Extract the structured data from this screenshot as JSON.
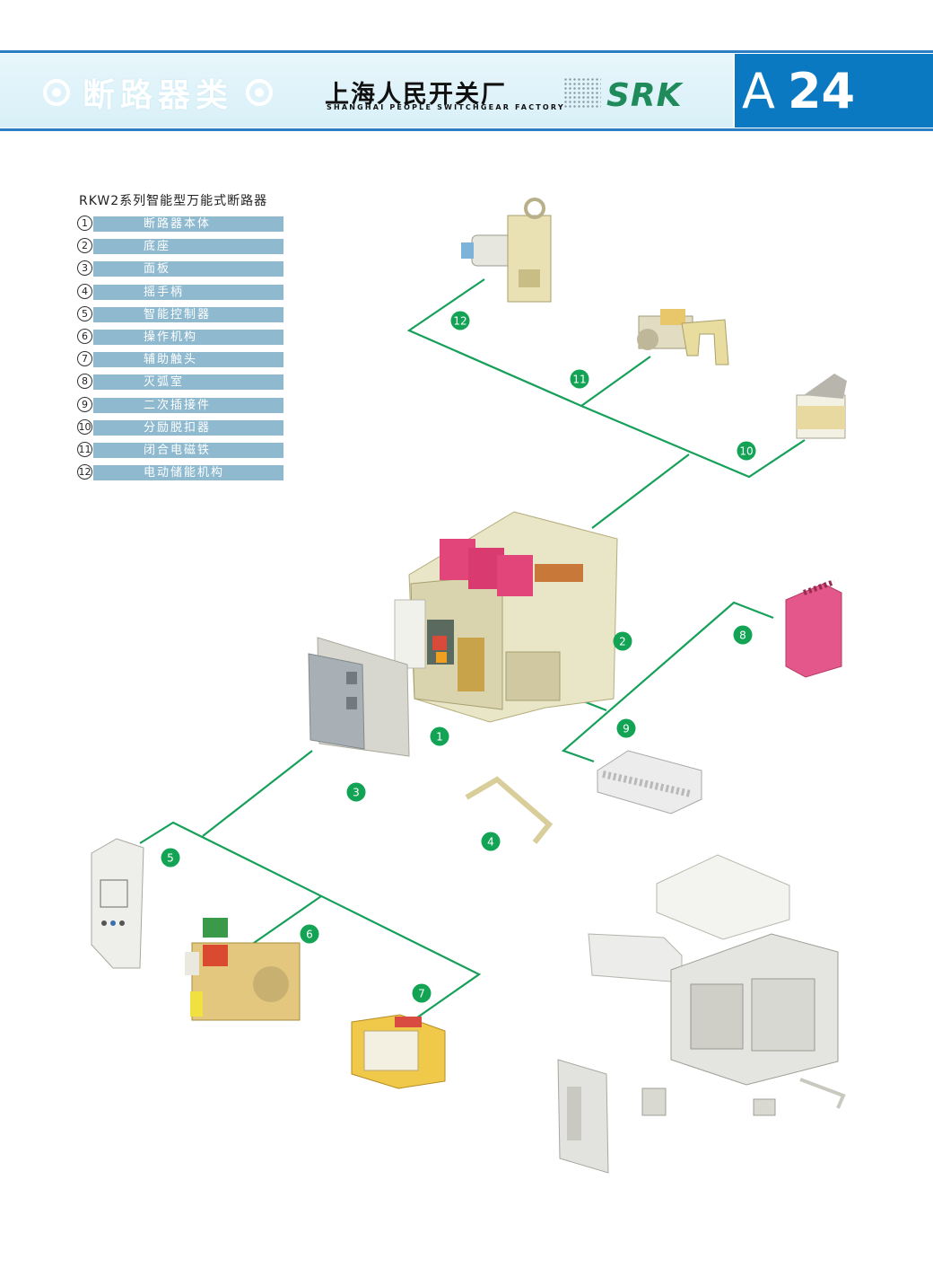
{
  "header": {
    "category": "断路器类",
    "factory_cn": "上海人民开关厂",
    "factory_en": "SHANGHAI PEOPLE SWITCHGEAR FACTORY",
    "brand": "SRK",
    "page_letter": "A",
    "page_number": "24"
  },
  "legend": {
    "title": "RKW2系列智能型万能式断路器",
    "items": [
      {
        "num": "1",
        "label": "断路器本体"
      },
      {
        "num": "2",
        "label": "底座"
      },
      {
        "num": "3",
        "label": "面板"
      },
      {
        "num": "4",
        "label": "摇手柄"
      },
      {
        "num": "5",
        "label": "智能控制器"
      },
      {
        "num": "6",
        "label": "操作机构"
      },
      {
        "num": "7",
        "label": "辅助触头"
      },
      {
        "num": "8",
        "label": "灭弧室"
      },
      {
        "num": "9",
        "label": "二次插接件"
      },
      {
        "num": "10",
        "label": "分励脱扣器"
      },
      {
        "num": "11",
        "label": "闭合电磁铁"
      },
      {
        "num": "12",
        "label": "电动储能机构"
      }
    ]
  },
  "callouts": [
    "1",
    "2",
    "3",
    "4",
    "5",
    "6",
    "7",
    "8",
    "9",
    "10",
    "11",
    "12"
  ],
  "colors": {
    "accent_blue": "#0b79c2",
    "legend_bar": "#8eb9cf",
    "leader_green": "#17a05a",
    "brand_green": "#1f8a5a"
  }
}
